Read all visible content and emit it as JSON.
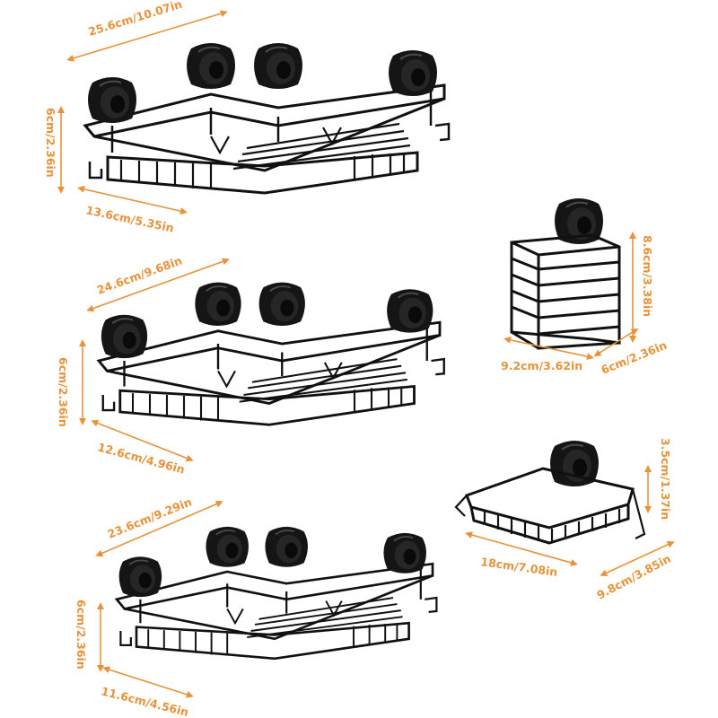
{
  "colors": {
    "accent": "#e8923a",
    "product": "#111111",
    "background": "#ffffff"
  },
  "caddy_large": {
    "length": "25.6cm/10.07in",
    "height": "6cm/2.36in",
    "depth": "13.6cm/5.35in"
  },
  "caddy_medium": {
    "length": "24.6cm/9.68in",
    "height": "6cm/2.36in",
    "depth": "12.6cm/4.96in"
  },
  "caddy_small": {
    "length": "23.6cm/9.29in",
    "height": "6cm/2.36in",
    "depth": "11.6cm/4.56in"
  },
  "toothbrush_holder": {
    "height": "8.6cm/3.38in",
    "width": "9.2cm/3.62in",
    "depth": "6cm/2.36in"
  },
  "soap_dish": {
    "height": "3.5cm/1.37in",
    "length": "18cm/7.08in",
    "depth": "9.8cm/3.85in"
  }
}
